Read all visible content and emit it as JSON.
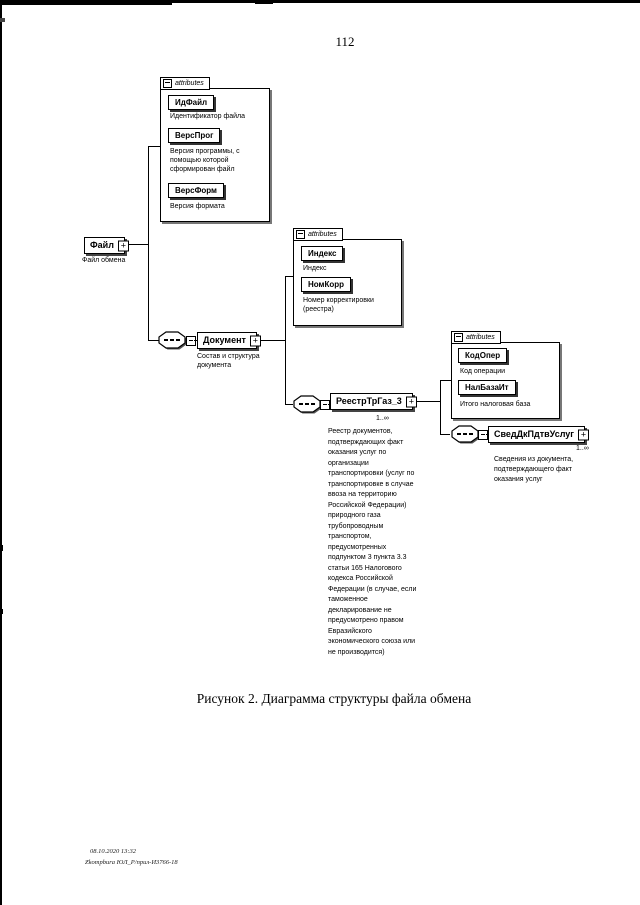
{
  "page": {
    "number": "112",
    "caption": "Рисунок 2. Диаграмма структуры файла обмена",
    "footer": {
      "line1": "08.10.2020 13:32",
      "line2": "Ƶkompbura ЮЛ_Р/прил-И3766-18"
    }
  },
  "diagram": {
    "attributes_label": "attributes",
    "root": {
      "name": "Файл",
      "desc": "Файл обмена"
    },
    "file_attrs": [
      {
        "name": "ИдФайл",
        "desc": "Идентификатор файла"
      },
      {
        "name": "ВерсПрог",
        "desc": "Версия программы, с помощью которой сформирован файл"
      },
      {
        "name": "ВерсФорм",
        "desc": "Версия формата"
      }
    ],
    "doc": {
      "name": "Документ",
      "desc": "Состав и структура документа"
    },
    "doc_attrs": [
      {
        "name": "Индекс",
        "desc": "Индекс"
      },
      {
        "name": "НомКорр",
        "desc": "Номер корректировки (реестра)"
      }
    ],
    "reestr": {
      "name": "РеестрТрГаз_3",
      "cardinality": "1..∞",
      "desc": "Реестр документов, подтверждающих факт оказания услуг по организации транспортировки (услуг по транспортировке в случае ввоза на территорию Российской Федерации) природного газа трубопроводным транспортом, предусмотренных подпунктом 3 пункта 3.3 статьи 165 Налогового кодекса Российской Федерации (в случае, если таможенное декларирование не предусмотрено правом Евразийского экономического союза или не производится)"
    },
    "reestr_attrs": [
      {
        "name": "КодОпер",
        "desc": "Код операции"
      },
      {
        "name": "НалБазаИт",
        "desc": "Итого налоговая база"
      }
    ],
    "sved": {
      "name": "СведДкПдтвУслуг",
      "cardinality": "1..∞",
      "desc": "Сведения из документа, подтверждающего факт оказания услуг"
    }
  }
}
